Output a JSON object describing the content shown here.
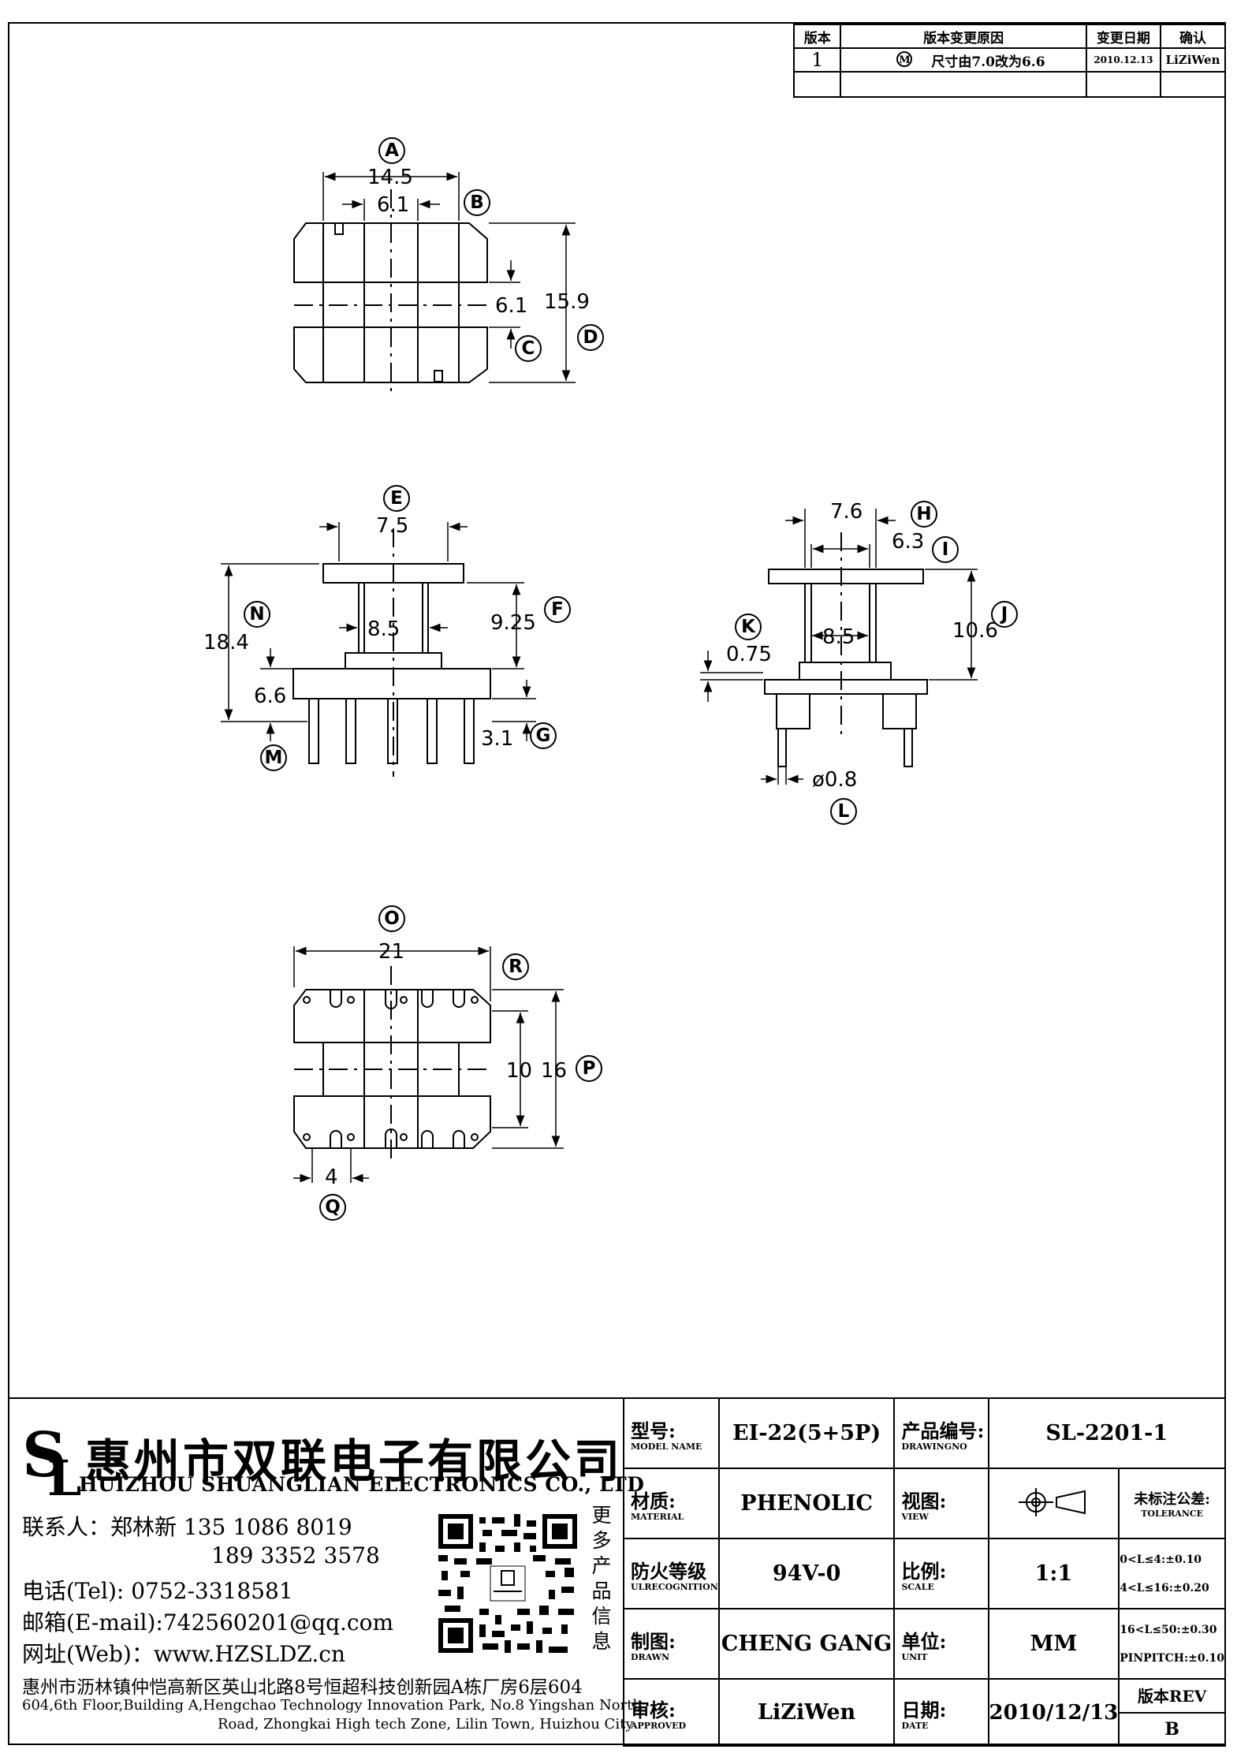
{
  "revision_table": {
    "headers": [
      "版本",
      "版本变更原因",
      "变更日期",
      "确认"
    ],
    "row": {
      "version": "1",
      "mark": "M",
      "reason": "尺寸由7.0改为6.6",
      "date": "2010.12.13",
      "confirm": "LiZiWen"
    }
  },
  "drawing": {
    "top_view": {
      "width_a": "14.5",
      "inner_b": "6.1",
      "gap_c": "6.1",
      "height_d": "15.9",
      "labels": [
        "A",
        "B",
        "C",
        "D"
      ]
    },
    "front_view": {
      "e": "7.5",
      "f": "9.25",
      "core": "8.5",
      "n": "18.4",
      "m": "6.6",
      "g": "3.1",
      "labels": [
        "E",
        "F",
        "N",
        "M",
        "G"
      ]
    },
    "side_view": {
      "h": "7.6",
      "i": "6.3",
      "j": "10.6",
      "core": "8.5",
      "k": "0.75",
      "pin": "ø0.8",
      "labels": [
        "H",
        "I",
        "J",
        "K",
        "L"
      ]
    },
    "bottom_view": {
      "o": "21",
      "inner": "10",
      "p": "16",
      "q": "4",
      "labels": [
        "O",
        "R",
        "P",
        "Q"
      ]
    }
  },
  "company": {
    "name_cn": "惠州市双联电子有限公司",
    "name_en": "HUIZHOU SHUANGLIAN ELECTRONICS CO., LTD",
    "contact_line": "联系人：郑林新 135 1086 8019",
    "phone2": "189 3352 3578",
    "tel": "电话(Tel): 0752-3318581",
    "email": "邮箱(E-mail):742560201@qq.com",
    "web": "网址(Web)：www.HZSLDZ.cn",
    "address_cn": "惠州市沥林镇仲恺高新区英山北路8号恒超科技创新园A栋厂房6层604",
    "address_en1": "604,6th Floor,Building A,Hengchao Technology Innovation Park, No.8 Yingshan North",
    "address_en2": "Road, Zhongkai High tech Zone, Lilin Town, Huizhou City",
    "qr_caption": "更多产品信息"
  },
  "title_block": {
    "model_label": "型号:",
    "model_label_en": "MODEL NAME",
    "model": "EI-22(5+5P)",
    "drawing_no_label": "产品编号:",
    "drawing_no_label_en": "DRAWINGNO",
    "drawing_no": "SL-2201-1",
    "material_label": "材质:",
    "material_label_en": "MATERIAL",
    "material": "PHENOLIC",
    "view_label": "视图:",
    "view_label_en": "VIEW",
    "tolerance_label": "未标注公差:",
    "tolerance_label_en": "TOLERANCE",
    "fire_label": "防火等级",
    "fire_label_en": "ULRECOGNITION",
    "fire": "94V-0",
    "scale_label": "比例:",
    "scale_label_en": "SCALE",
    "scale": "1:1",
    "tol1": "0<L≤4:±0.10",
    "tol2": "4<L≤16:±0.20",
    "tol3": "16<L≤50:±0.30",
    "tol4": "PINPITCH:±0.10",
    "drawn_label": "制图:",
    "drawn_label_en": "DRAWN",
    "drawn": "CHENG GANG",
    "unit_label": "单位:",
    "unit_label_en": "UNIT",
    "unit": "MM",
    "approved_label": "审核:",
    "approved_label_en": "APPROVED",
    "approved": "LiZiWen",
    "date_label": "日期:",
    "date_label_en": "DATE",
    "date": "2010/12/13",
    "rev_label": "版本REV",
    "rev": "B"
  }
}
